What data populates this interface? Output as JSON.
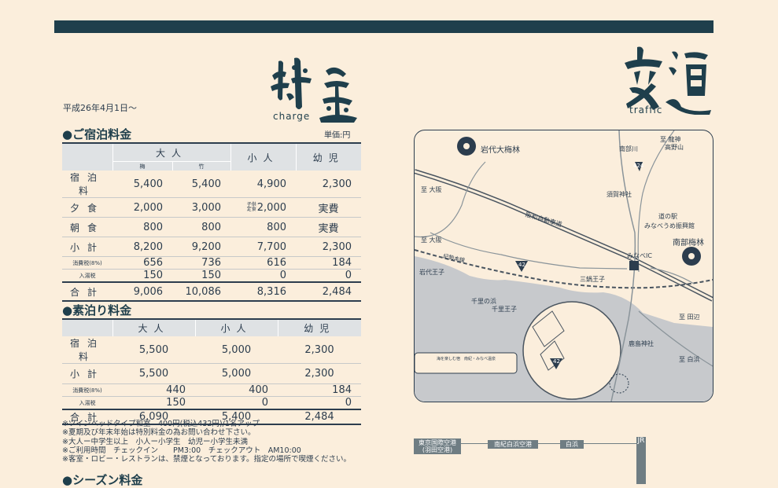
{
  "ryokin": {
    "title_sub": "charge",
    "effective_date": "平成26年4月1日〜",
    "unit": "単価:円",
    "stay": {
      "heading": "●ご宿泊料金",
      "headers": {
        "adult": "大人",
        "child": "小人",
        "infant": "幼児",
        "ume": "梅",
        "take": "竹"
      },
      "rows": [
        {
          "label": "宿泊料",
          "small": false,
          "a1": "5,400",
          "a2": "5,400",
          "child": "4,900",
          "infant": "2,300"
        },
        {
          "label": "夕食",
          "small": false,
          "a1": "2,000",
          "a2": "3,000",
          "child_prefix": "子供定食",
          "child": "2,000",
          "infant": "実費"
        },
        {
          "label": "朝食",
          "small": false,
          "a1": "800",
          "a2": "800",
          "child": "800",
          "infant": "実費"
        },
        {
          "label": "小計",
          "small": false,
          "a1": "8,200",
          "a2": "9,200",
          "child": "7,700",
          "infant": "2,300"
        },
        {
          "label": "消費税(8%)",
          "small": true,
          "a1": "656",
          "a2": "736",
          "child": "616",
          "infant": "184"
        },
        {
          "label": "入湯税",
          "small": true,
          "a1": "150",
          "a2": "150",
          "child": "0",
          "infant": "0"
        }
      ],
      "total": {
        "label": "合計",
        "a1": "9,006",
        "a2": "10,086",
        "child": "8,316",
        "infant": "2,484"
      }
    },
    "sudomari": {
      "heading": "●素泊り料金",
      "headers": {
        "adult": "大人",
        "child": "小人",
        "infant": "幼児"
      },
      "rows": [
        {
          "label": "宿泊料",
          "small": false,
          "adult": "5,500",
          "child": "5,000",
          "infant": "2,300"
        },
        {
          "label": "小計",
          "small": false,
          "adult": "5,500",
          "child": "5,000",
          "infant": "2,300"
        },
        {
          "label": "消費税(8%)",
          "small": true,
          "adult": "440",
          "child": "400",
          "infant": "184"
        },
        {
          "label": "入湯税",
          "small": true,
          "adult": "150",
          "child": "0",
          "infant": "0"
        }
      ],
      "total": {
        "label": "合計",
        "adult": "6,090",
        "child": "5,400",
        "infant": "2,484"
      }
    },
    "notes": [
      "※ツインベッドタイプ和室　400円(税込432円)/1名アップ",
      "※夏期及び年末年始は特別料金の為お問い合わせ下さい。",
      "※大人ー中学生以上　小人ー小学生　幼児ー小学生未満",
      "※ご利用時間　チェックイン　　PM3:00　チェックアウト　AM10:00",
      "※客室・ロビー・レストランは、禁煙となっております。指定の場所で喫煙ください。"
    ],
    "next_heading": "●シーズン料金"
  },
  "koutsu": {
    "title_sub": "traffic",
    "map": {
      "labels": {
        "iwashiro_baien": "岩代大梅林",
        "to_osaka1": "至 大阪",
        "to_osaka2": "至 大阪",
        "to_hadagami": "至 龍神",
        "to_takano": "高野山",
        "minabegawa": "南部川",
        "route424": "424",
        "sukashi": "須賀神社",
        "michinoeki1": "道の駅",
        "michinoeki2": "みなべうめ振興館",
        "nanbu_bairin": "南部梅林",
        "expressway": "阪和自動車道",
        "minabe_ic": "みなべIC",
        "kisei": "紀勢本線",
        "iwashiro_oji": "岩代王子",
        "route42a": "42",
        "sankai_oji": "三鍋王子",
        "senri_hama": "千里の浜",
        "senri_oji": "千里王子",
        "kasuga": "鹿島神社",
        "to_tanabe": "至 田辺",
        "to_shirahama": "至 白浜",
        "route42b": "42",
        "hotel_line": "海を楽しむ宿　南紀・みなべ温泉"
      }
    },
    "transport": {
      "haneda": "東京国際空港(羽田空港)",
      "nanki": "南紀白浜空港",
      "shirahama": "白浜",
      "jr": "JR"
    }
  }
}
